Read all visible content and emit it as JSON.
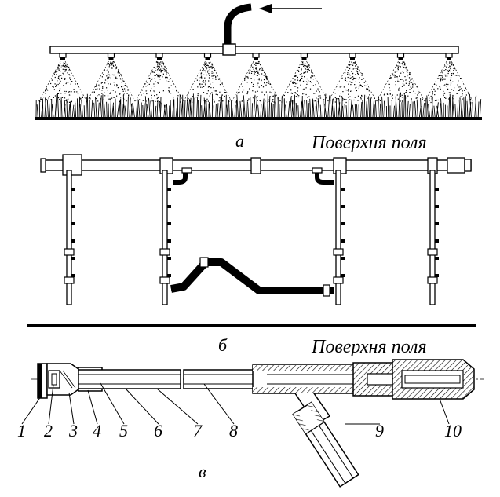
{
  "panel_a": {
    "letter": "a",
    "surface_label": "Поверхня поля",
    "nozzle_count": 9
  },
  "panel_b": {
    "letter": "б",
    "surface_label": "Поверхня поля"
  },
  "panel_v": {
    "letter": "в",
    "part_numbers": [
      "1",
      "2",
      "3",
      "4",
      "5",
      "6",
      "7",
      "8",
      "9",
      "10"
    ]
  },
  "colors": {
    "ink": "#000000",
    "background": "#ffffff"
  }
}
